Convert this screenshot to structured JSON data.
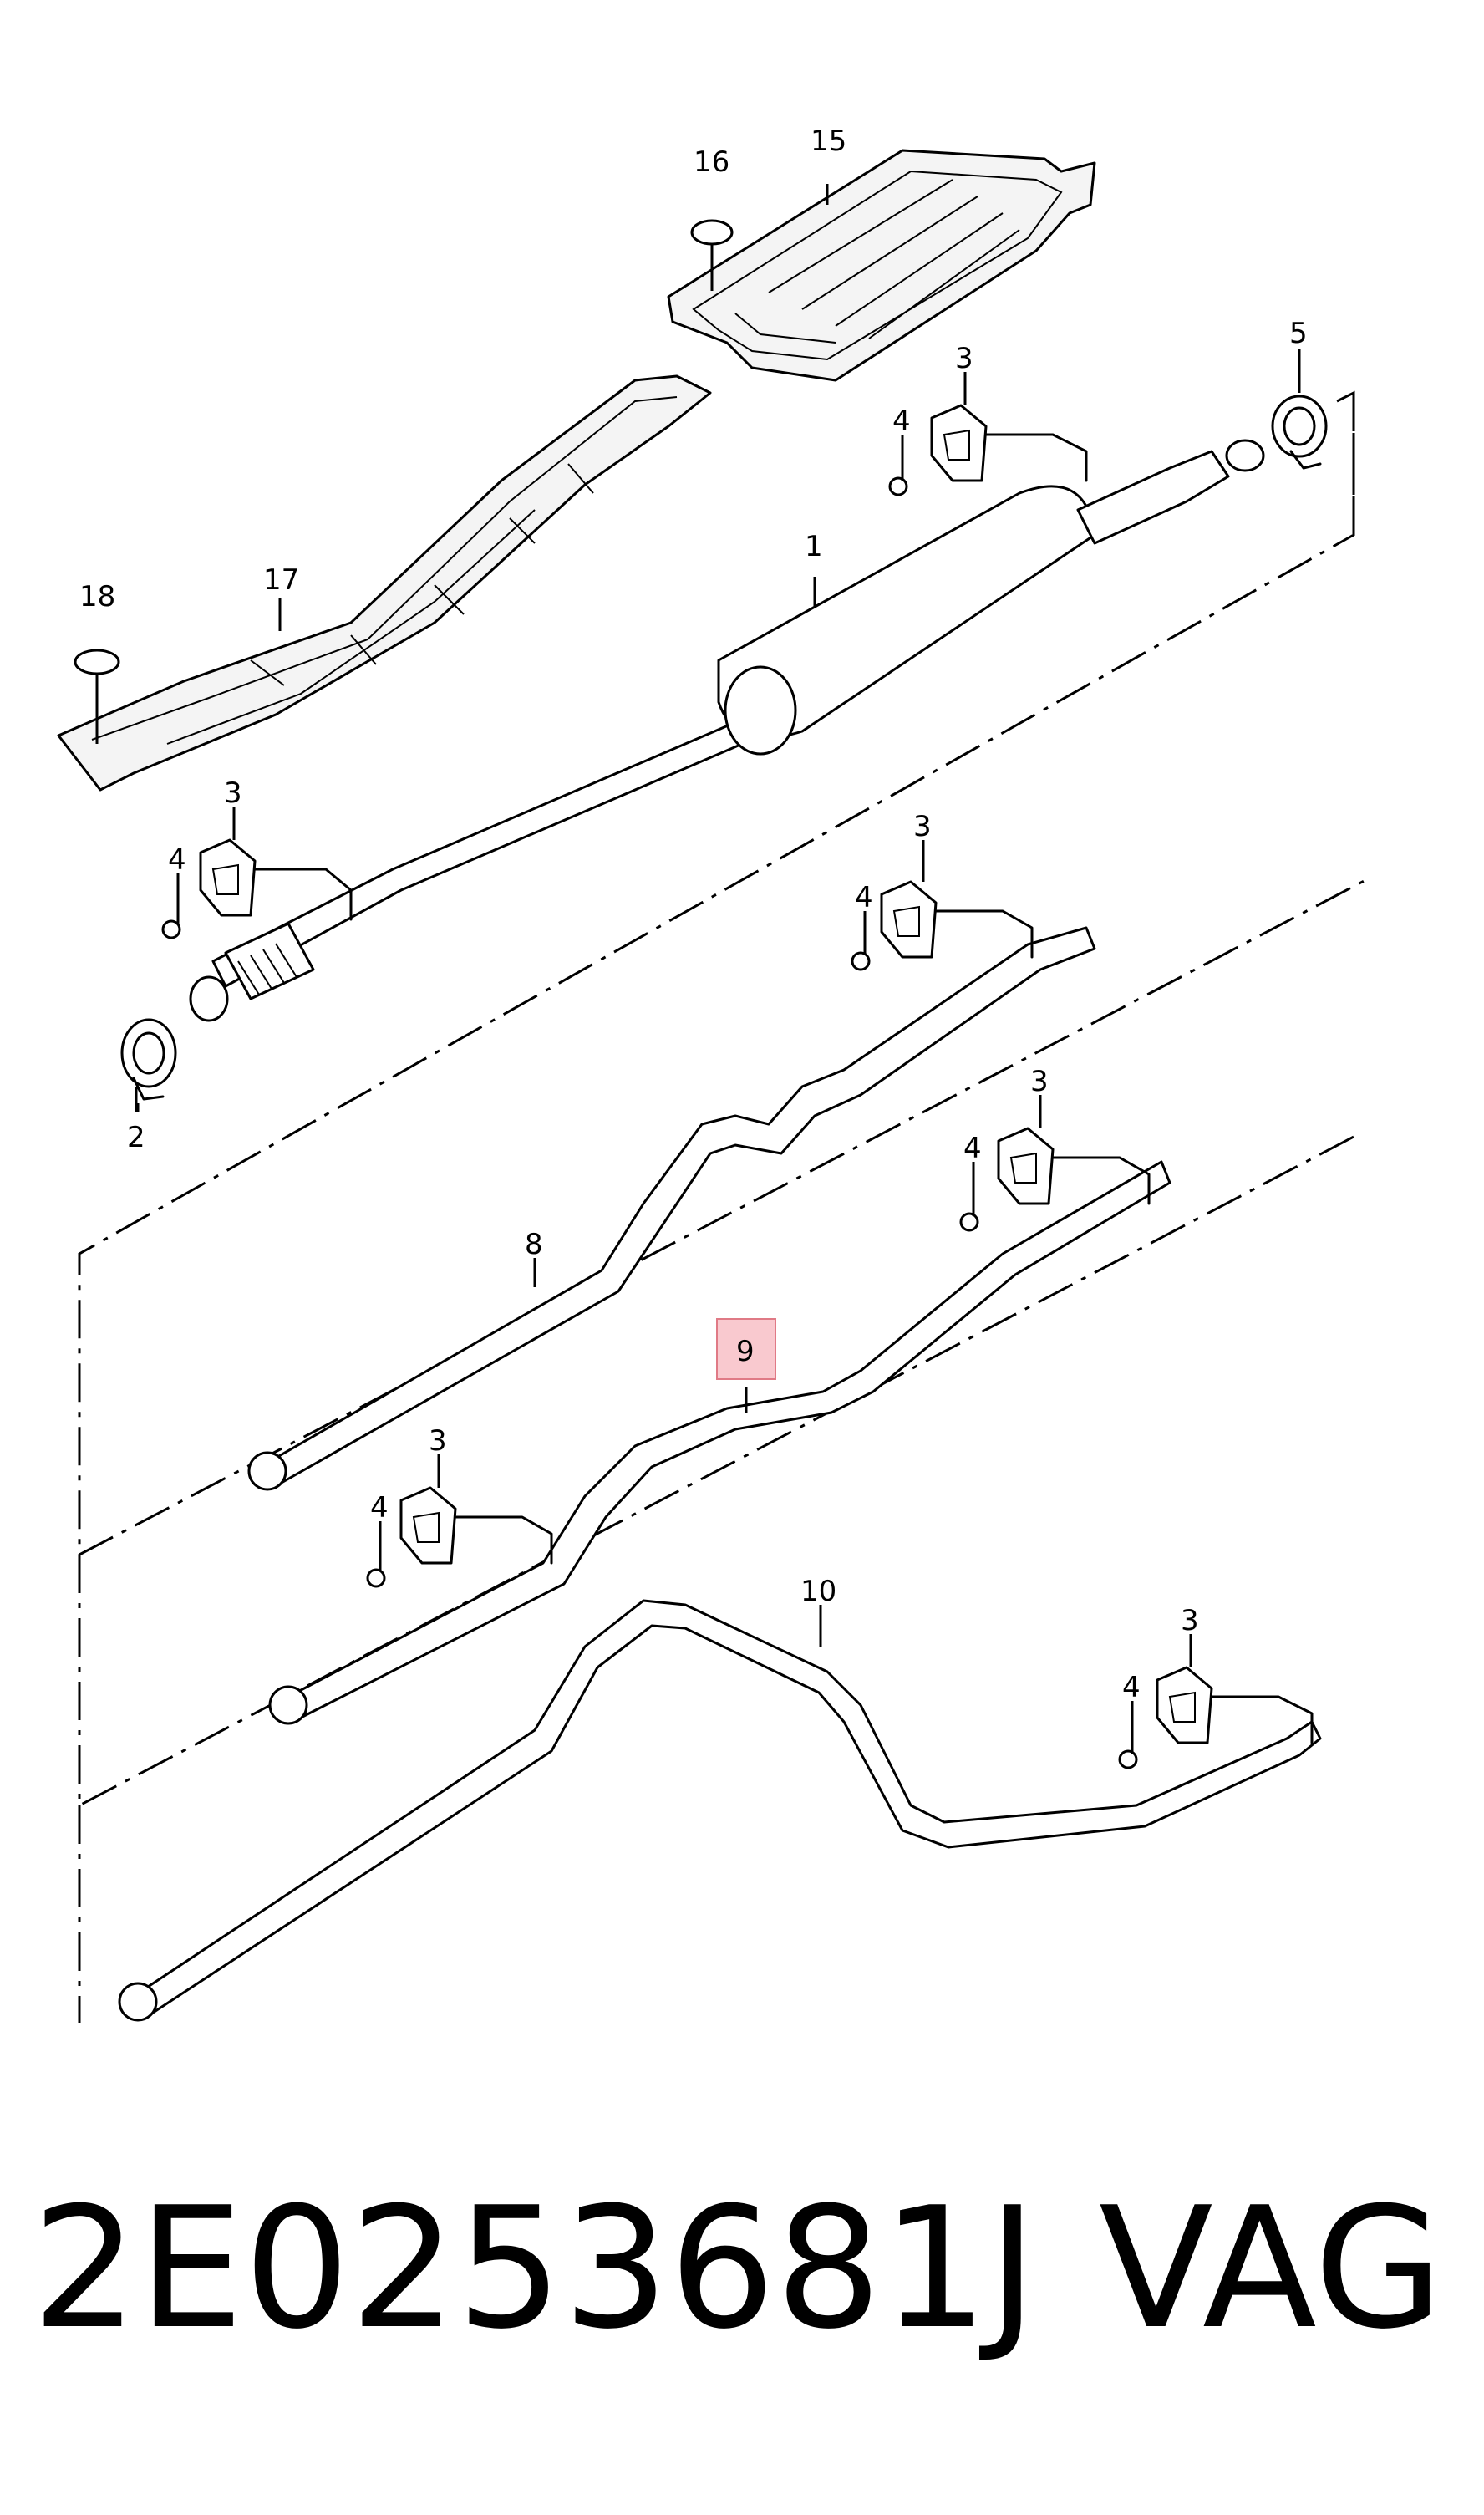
{
  "callouts": {
    "c1": "1",
    "c2": "2",
    "c3a": "3",
    "c3b": "3",
    "c3c": "3",
    "c3d": "3",
    "c3e": "3",
    "c3f": "3",
    "c4a": "4",
    "c4b": "4",
    "c4c": "4",
    "c4d": "4",
    "c4e": "4",
    "c4f": "4",
    "c5": "5",
    "c8": "8",
    "c9": "9",
    "c10": "10",
    "c15": "15",
    "c16": "16",
    "c17": "17",
    "c18": "18"
  },
  "highlight": {
    "part": "9",
    "color": "#f9c9cf",
    "border": "#e07a86"
  },
  "footer": {
    "part_number": "2E0253681J",
    "brand": "VAG"
  }
}
